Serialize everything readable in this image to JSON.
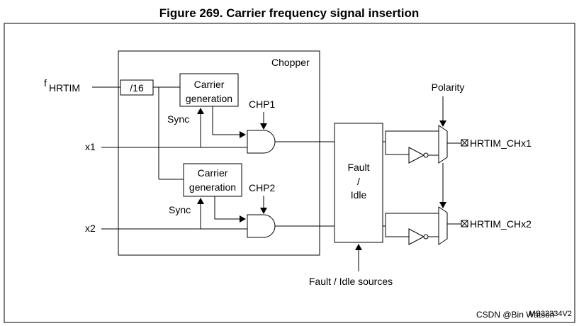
{
  "figure": {
    "title": "Figure 269. Carrier frequency signal insertion",
    "ref": "MS32334V2"
  },
  "blocks": {
    "chopper": "Chopper",
    "divider": "/16",
    "carrier1": [
      "Carrier",
      "generation"
    ],
    "carrier2": [
      "Carrier",
      "generation"
    ],
    "fault_idle": [
      "Fault",
      "/",
      "Idle"
    ]
  },
  "signals": {
    "clock_f": "f",
    "clock_sub": "HRTIM",
    "x1": "x1",
    "x2": "x2",
    "sync1": "Sync",
    "sync2": "Sync",
    "chp1": "CHP1",
    "chp2": "CHP2",
    "polarity": "Polarity",
    "out1": "HRTIM_CHx1",
    "out2": "HRTIM_CHx2",
    "fault_sources": "Fault / Idle sources"
  },
  "watermark": "CSDN @Bin Watson"
}
